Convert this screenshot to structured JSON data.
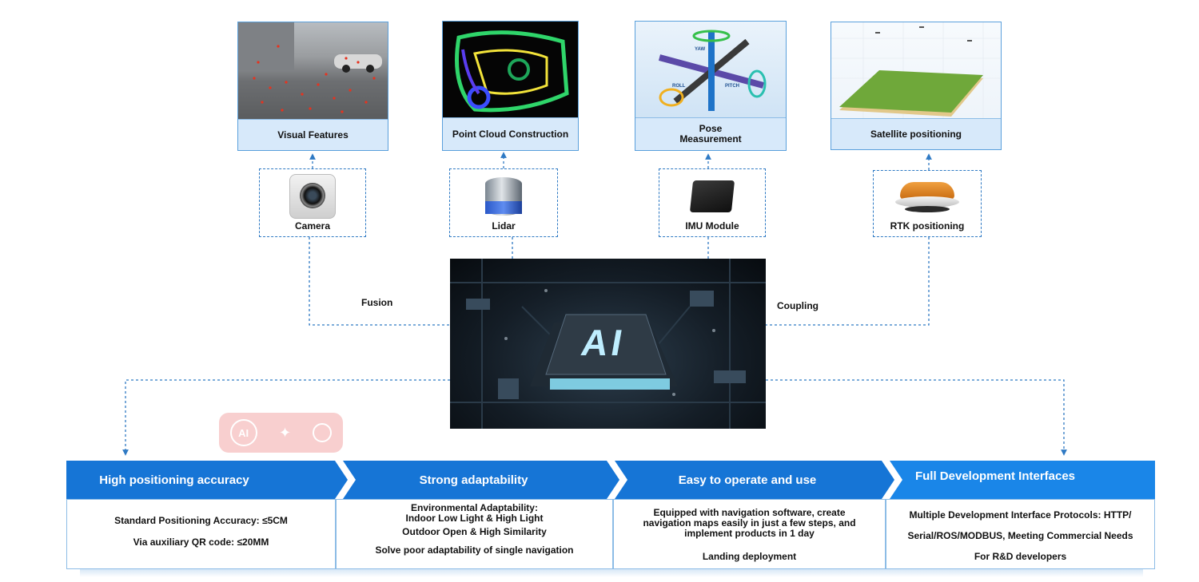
{
  "cards": {
    "visual": "Visual Features",
    "pointcloud": "Point Cloud Construction",
    "pose_line1": "Pose",
    "pose_line2": "Measurement",
    "satellite": "Satellite positioning"
  },
  "pose_labels": {
    "yaw": "YAW",
    "roll": "ROLL",
    "pitch": "PITCH"
  },
  "sensors": {
    "camera": "Camera",
    "lidar": "Lidar",
    "imu": "IMU Module",
    "rtk": "RTK positioning"
  },
  "connectors": {
    "fusion": "Fusion",
    "coupling": "Coupling"
  },
  "ai_chip": "AI",
  "toolbar": {
    "ai_badge": "AI"
  },
  "panels": [
    {
      "title": "High positioning accuracy",
      "lines": [
        "Standard Positioning Accuracy: ≤5CM",
        "Via auxiliary QR code: ≤20MM"
      ]
    },
    {
      "title": "Strong adaptability",
      "lines": [
        "Environmental Adaptability:",
        "Indoor Low Light & High Light",
        "Outdoor Open & High Similarity",
        "Solve poor adaptability of single navigation"
      ]
    },
    {
      "title": "Easy to operate and use",
      "lines": [
        "Equipped with navigation software, create",
        "navigation maps easily in just a few steps, and",
        "implement products in 1 day",
        "Landing deployment"
      ]
    },
    {
      "title": "Full Development Interfaces",
      "lines": [
        "Multiple Development Interface Protocols: HTTP/",
        "Serial/ROS/MODBUS, Meeting Commercial Needs",
        "For R&D developers"
      ]
    }
  ],
  "colors": {
    "accent": "#1a7ad8",
    "dashed": "#2f7ac4",
    "caption_bg": "#d7e9fa"
  }
}
